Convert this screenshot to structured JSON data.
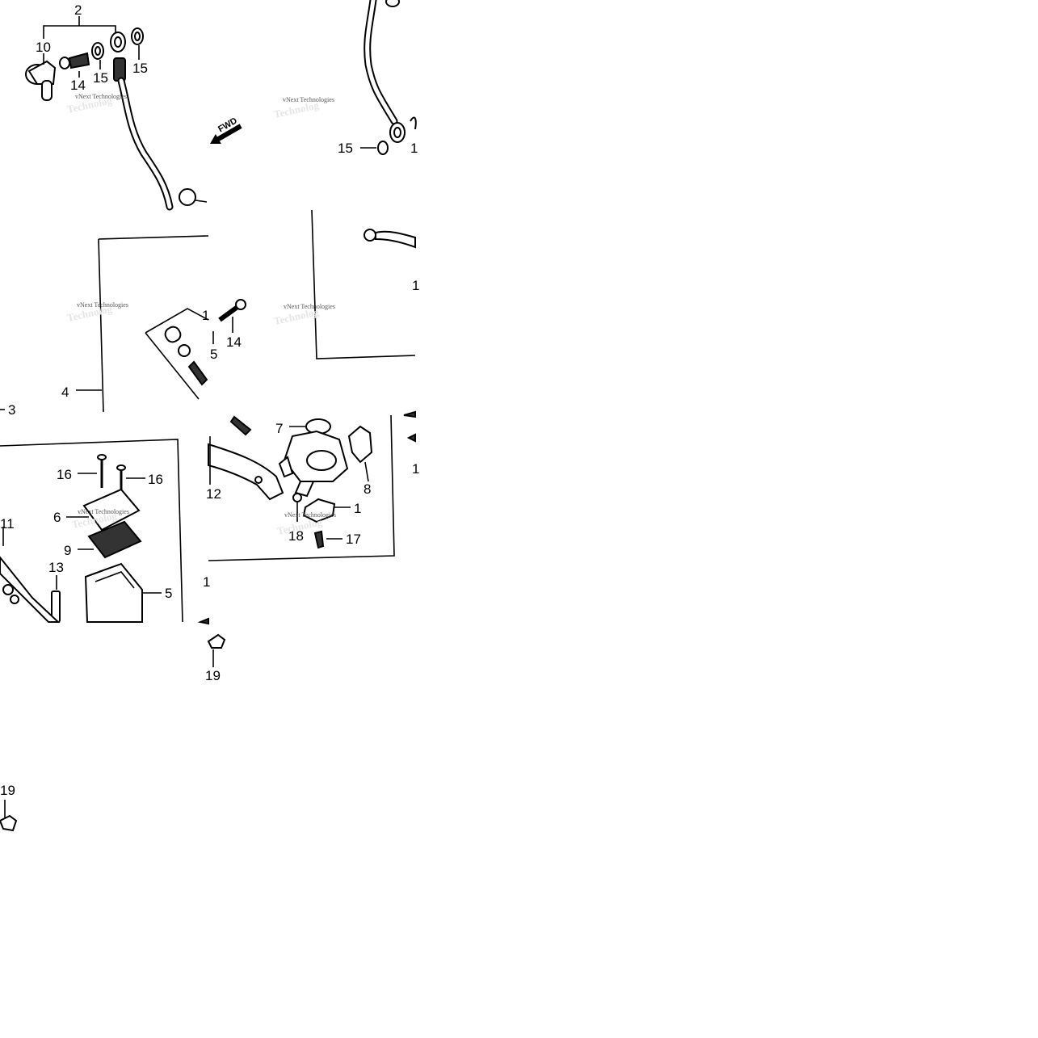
{
  "part_labels": {
    "l2_top": "2",
    "l10": "10",
    "l14_top": "14",
    "l15_a": "15",
    "l15_b": "15",
    "l15_right": "15",
    "l1_clip_top": "1",
    "l1_clip_mid": "1",
    "l5_clip": "5",
    "l14_mid": "14",
    "l1_clip_side": "1",
    "l4": "4",
    "l3": "3",
    "l7": "7",
    "l8": "8",
    "l12": "12",
    "l1_body": "1",
    "l18": "18",
    "l17": "17",
    "l16_a": "16",
    "l16_b": "16",
    "l6": "6",
    "l9": "9",
    "l13": "13",
    "l5_res": "5",
    "l11_clip": "11",
    "l1_clip_low": "1",
    "l1_clip_right": "1",
    "l19_mid": "19",
    "l19_low": "19"
  },
  "arrow": {
    "text": "FWD"
  },
  "watermarks": {
    "brand": "vNext Technologies",
    "brand_short": "Technolog"
  }
}
